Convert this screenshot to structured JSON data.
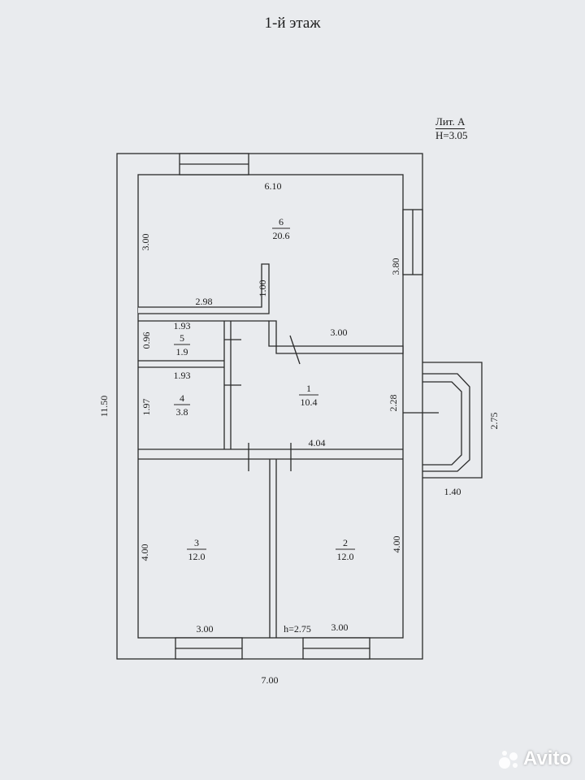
{
  "title": "1-й этаж",
  "liter": {
    "line1": "Лит. А",
    "line2": "Н=3.05"
  },
  "rooms": [
    {
      "id": "6",
      "number": "6",
      "area": "20.6"
    },
    {
      "id": "5",
      "number": "5",
      "area": "1.9"
    },
    {
      "id": "4",
      "number": "4",
      "area": "3.8"
    },
    {
      "id": "1",
      "number": "1",
      "area": "10.4"
    },
    {
      "id": "3",
      "number": "3",
      "area": "12.0"
    },
    {
      "id": "2",
      "number": "2",
      "area": "12.0"
    }
  ],
  "dimensions": {
    "d610": "6.10",
    "d300_r6": "3.00",
    "d380": "3.80",
    "d100": "1.00",
    "d298": "2.98",
    "d300_hall": "3.00",
    "d193_a": "1.93",
    "d096": "0.96",
    "d193_b": "1.93",
    "d197": "1.97",
    "d228": "2.28",
    "d404": "4.04",
    "d1150": "11.50",
    "d400_l": "4.00",
    "d400_r": "4.00",
    "d300_b3": "3.00",
    "d300_b2": "3.00",
    "h275": "h=2.75",
    "d700": "7.00",
    "d275": "2.75",
    "d140": "1.40"
  },
  "watermark": "Avito"
}
